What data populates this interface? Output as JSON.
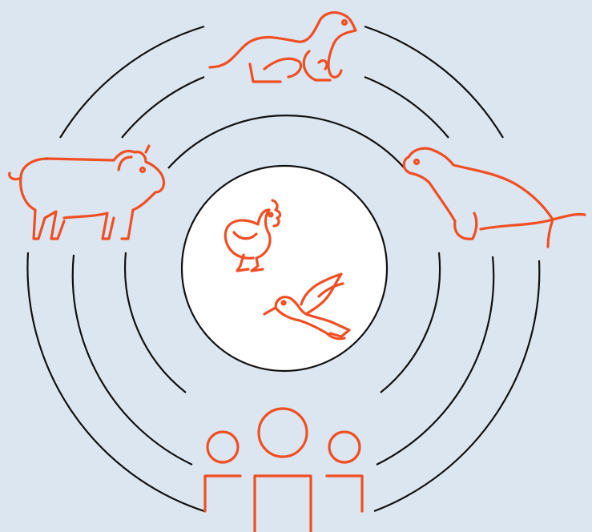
{
  "colors": {
    "background": "#dce6f1",
    "ring_stroke": "#111111",
    "center_fill": "#ffffff",
    "icon_accent": "#f04e23"
  },
  "diagram": {
    "rings": [
      {
        "name": "inner-circle"
      },
      {
        "name": "ring-2"
      },
      {
        "name": "ring-3"
      },
      {
        "name": "ring-4"
      }
    ],
    "center_icons": [
      "chicken-icon",
      "dove-icon"
    ],
    "outer_icons": [
      "ferret-icon",
      "pig-icon",
      "sea-lion-icon",
      "people-group-icon"
    ]
  }
}
